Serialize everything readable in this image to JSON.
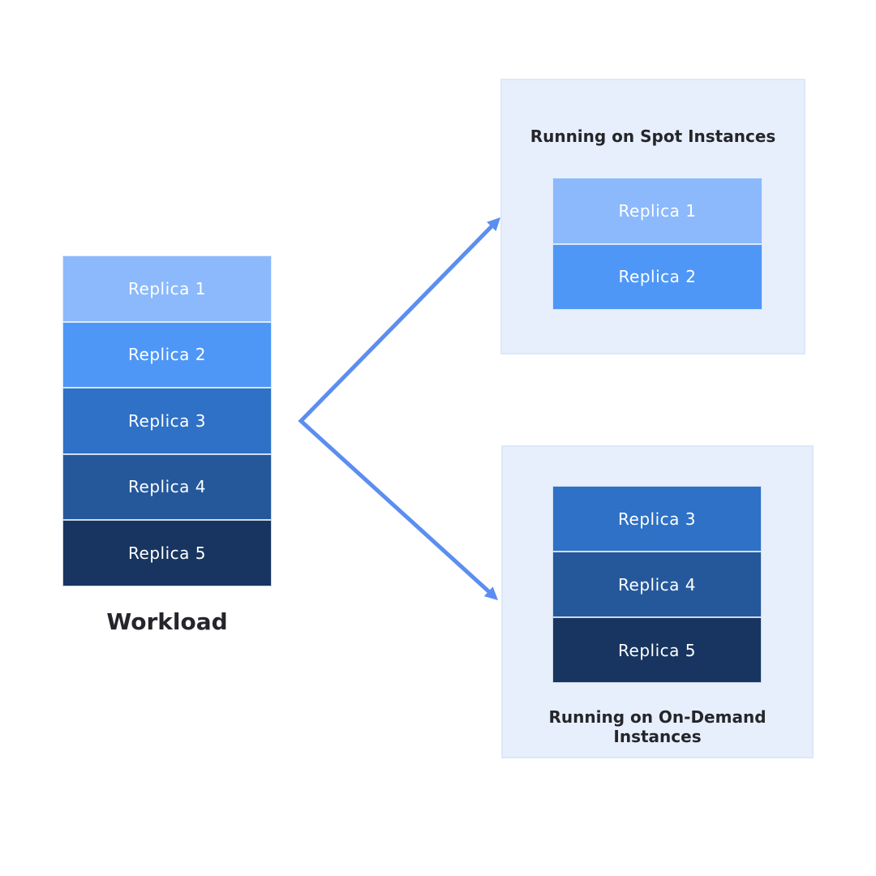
{
  "colors": {
    "canvas_bg": "#FFFFFF",
    "replica1": "#8BB9FC",
    "replica2": "#4E97F7",
    "replica3": "#2E71C6",
    "replica4": "#25589B",
    "replica5": "#173560",
    "panel_bg": "#E7EFFC",
    "panel_border": "#DCE8F9",
    "arrow": "#5B8EF0",
    "title_text": "#25262B",
    "replica_text": "#FFFFFF"
  },
  "workload": {
    "label": "Workload",
    "replicas": [
      {
        "label": "Replica 1"
      },
      {
        "label": "Replica 2"
      },
      {
        "label": "Replica 3"
      },
      {
        "label": "Replica 4"
      },
      {
        "label": "Replica 5"
      }
    ]
  },
  "spot_panel": {
    "title": "Running on Spot Instances",
    "replicas": [
      {
        "label": "Replica 1"
      },
      {
        "label": "Replica 2"
      }
    ]
  },
  "ondemand_panel": {
    "title": "Running on On-Demand Instances",
    "replicas": [
      {
        "label": "Replica 3"
      },
      {
        "label": "Replica 4"
      },
      {
        "label": "Replica 5"
      }
    ]
  }
}
